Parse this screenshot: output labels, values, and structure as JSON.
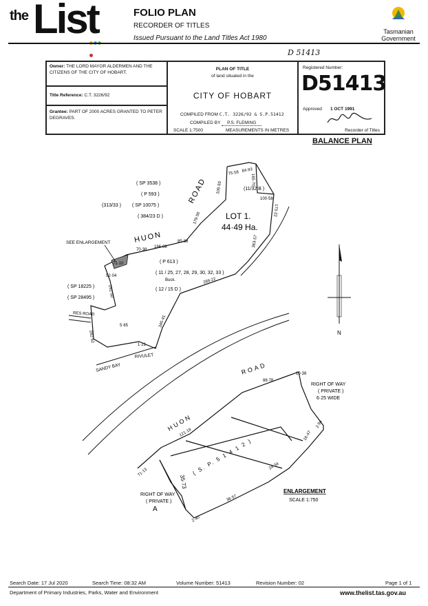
{
  "header": {
    "logo_the": "the",
    "logo_list": "List",
    "dot_colors": [
      "#e8a020",
      "#3aa0d8",
      "#7ab648",
      "#c0392b"
    ],
    "title": "FOLIO PLAN",
    "subtitle": "RECORDER OF TITLES",
    "act": "Issued Pursuant to the Land Titles Act 1980",
    "gov_line1": "Tasmanian",
    "gov_line2": "Government"
  },
  "handwritten_ref": "D 51413",
  "title_box": {
    "owner_label": "Owner:",
    "owner_text": "THE LORD MAYOR ALDERMEN AND THE CITIZENS OF THE CITY OF HOBART.",
    "title_ref_label": "Title Reference:",
    "title_ref": "C.T. 3226/92",
    "grantee_label": "Grantee:",
    "grantee_text": "PART OF 2000 ACRES GRANTED TO PETER DEGRAVES.",
    "plan_of_title": "PLAN OF TITLE",
    "land_situated": "of land situated in the",
    "city": "CITY   OF   HOBART",
    "compiled_from_label": "COMPILED FROM",
    "compiled_from": "C.T. 3226/92 & S.P.51412",
    "compiled_by_label": "COMPILED BY",
    "compiled_by": "P.S. FLEMING",
    "scale": "SCALE 1:7500",
    "measurements": "MEASUREMENTS IN METRES",
    "registered_label": "Registered Number:",
    "registered_number": "D51413",
    "approved_label": "Approved",
    "approved_date": "1 OCT 1991",
    "recorder_label": "Recorder of Titles"
  },
  "plan": {
    "balance_plan": "BALANCE PLAN",
    "road_upper": "ROAD",
    "huon_upper": "HUON",
    "sp3538": "( SP 3538 )",
    "p593": "( P 593 )",
    "sp10075": "( SP 10075 )",
    "r313": "(313/33 )",
    "r384": "( 384/23 D )",
    "r11_32": "(11/32 B )",
    "lot": "LOT 1.",
    "area": "44·49 Ha.",
    "see_enlargement": "SEE ENLARGEMENT",
    "p613": "( P 613 )",
    "lots_list": "( 11 / 25, 27, 28, 29, 30, 32, 33 )",
    "buck": "Buck.",
    "r12_15": "( 12 / 15 D )",
    "sp18225": "( SP 18225 )",
    "sp28495": "( SP 28495 )",
    "res_road": "RES  ROAD",
    "sandy_bay": "SANDY  BAY",
    "rivulet": "RIVULET",
    "d1": "75·58",
    "d2": "84·93",
    "d3": "165·70",
    "d4": "106·93",
    "d5": "100·58",
    "d6": "173·22",
    "d7": "179·50",
    "d8": "363·57",
    "d9": "85·88",
    "d10": "186·08",
    "d11": "70·38",
    "d12": "71·10",
    "d13": "52·04",
    "d14": "289·22",
    "d15": "292·50",
    "d16": "345·41",
    "d17": "5·65",
    "d18": "1·21",
    "d19": "292·62",
    "north": "N"
  },
  "enlargement": {
    "road": "ROAD",
    "huon": "HUON",
    "row_label": "RIGHT  OF  WAY",
    "row_private": "( PRIVATE )",
    "row_width": "6·25  WIDE",
    "sp": "( S. P. 5 1 4 1 2 )",
    "row2_label": "RIGHT  OF  WAY",
    "row2_private": "( PRIVATE )",
    "letter_a": "A",
    "title": "ENLARGEMENT",
    "scale": "SCALE 1:750",
    "e1": "88·76",
    "e2": "10·38",
    "e3": "121·19",
    "e4": "16·47",
    "e5": "24·34",
    "e6": "36·57",
    "e7": "35·73",
    "e8": "71·13",
    "e9": "2·40",
    "e10": "2·94"
  },
  "footer": {
    "search_date": "Search Date: 17 Jul 2020",
    "search_time": "Search Time: 08:32 AM",
    "volume": "Volume Number: 51413",
    "revision": "Revision Number: 02",
    "page": "Page 1 of 1",
    "dept": "Department of Primary Industries, Parks, Water and Environment",
    "url": "www.thelist.tas.gov.au"
  }
}
